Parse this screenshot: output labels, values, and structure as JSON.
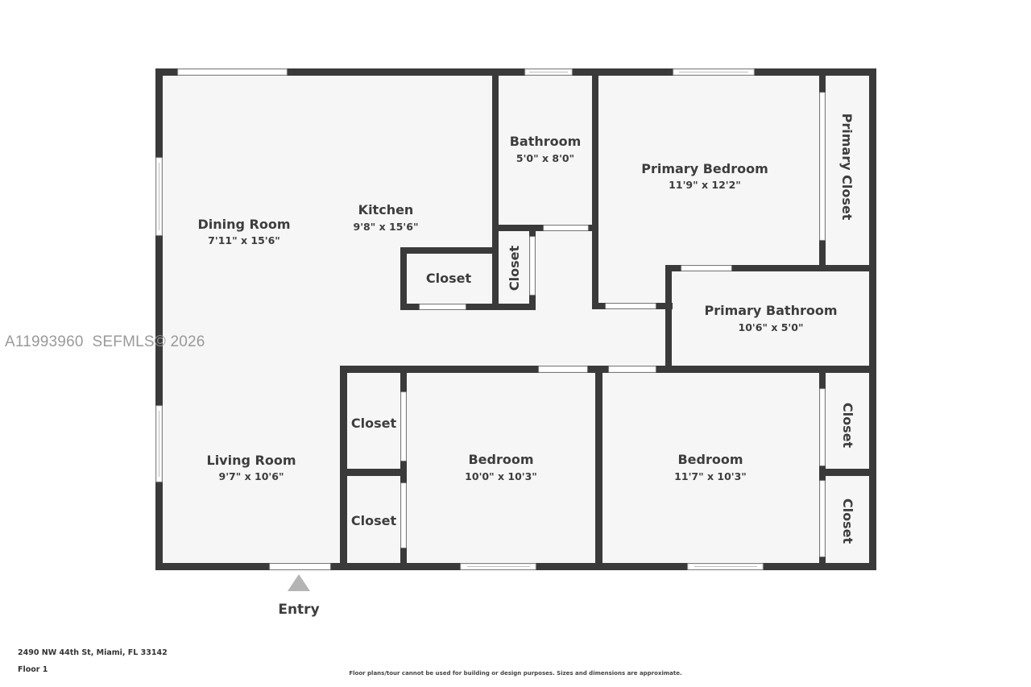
{
  "floorplan": {
    "address": "2490 NW 44th St, Miami, FL 33142",
    "floor_label": "Floor 1",
    "disclaimer": "Floor plans/tour cannot be used for building or design purposes. Sizes and dimensions are approximate.",
    "watermark": "A11993960  SEFMLS© 2026",
    "entry_label": "Entry",
    "colors": {
      "wall": "#3a3a3a",
      "floor": "#f6f6f6",
      "entry_marker": "#b4b4b4",
      "watermark": "#9a9a9a"
    },
    "rooms": [
      {
        "name": "Dining Room",
        "dims": "7'11\" x 15'6\""
      },
      {
        "name": "Kitchen",
        "dims": "9'8\" x 15'6\""
      },
      {
        "name": "Bathroom",
        "dims": "5'0\" x 8'0\""
      },
      {
        "name": "Primary Bedroom",
        "dims": "11'9\" x 12'2\""
      },
      {
        "name": "Primary Closet",
        "dims": ""
      },
      {
        "name": "Closet",
        "dims": ""
      },
      {
        "name": "Closet",
        "dims": ""
      },
      {
        "name": "Primary Bathroom",
        "dims": "10'6\" x 5'0\""
      },
      {
        "name": "Living Room",
        "dims": "9'7\" x 10'6\""
      },
      {
        "name": "Closet",
        "dims": ""
      },
      {
        "name": "Closet",
        "dims": ""
      },
      {
        "name": "Bedroom",
        "dims": "10'0\" x 10'3\""
      },
      {
        "name": "Bedroom",
        "dims": "11'7\" x 10'3\""
      },
      {
        "name": "Closet",
        "dims": ""
      },
      {
        "name": "Closet",
        "dims": ""
      }
    ]
  }
}
